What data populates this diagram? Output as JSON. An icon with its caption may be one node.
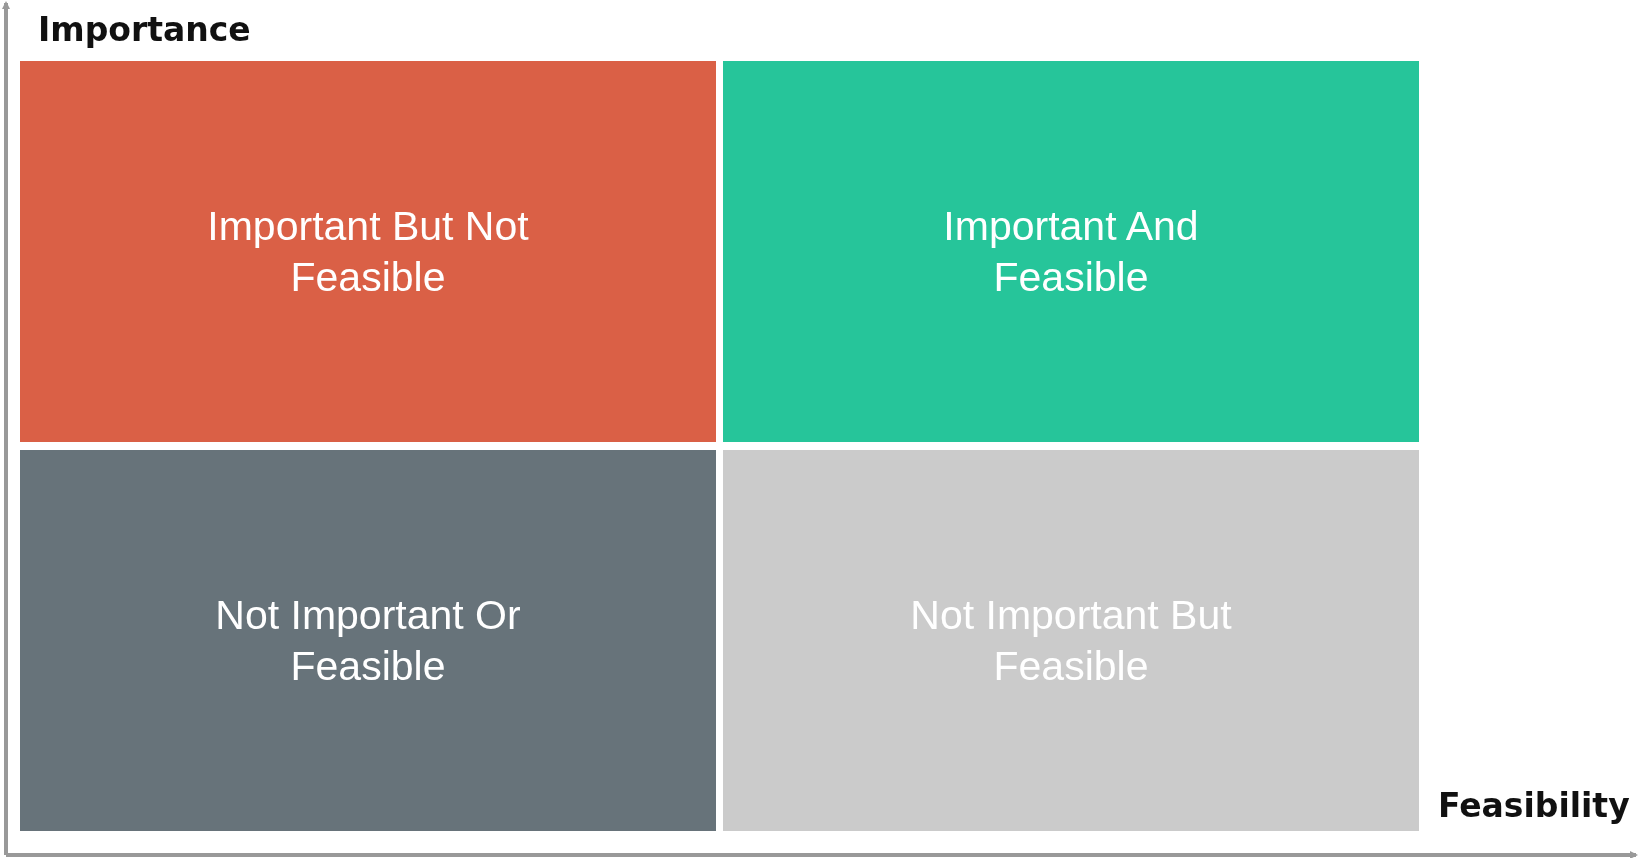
{
  "diagram": {
    "nodes": [
      {
        "text": [
          "Important But Not Feasible"
        ]
      },
      {
        "text": [
          "Important And Feasible"
        ]
      },
      {
        "text": [
          "Not Important Or Feasible"
        ]
      },
      {
        "text": [
          "Not Important But Feasible"
        ]
      }
    ],
    "labels": [
      "Importance",
      "Feasibility"
    ]
  }
}
